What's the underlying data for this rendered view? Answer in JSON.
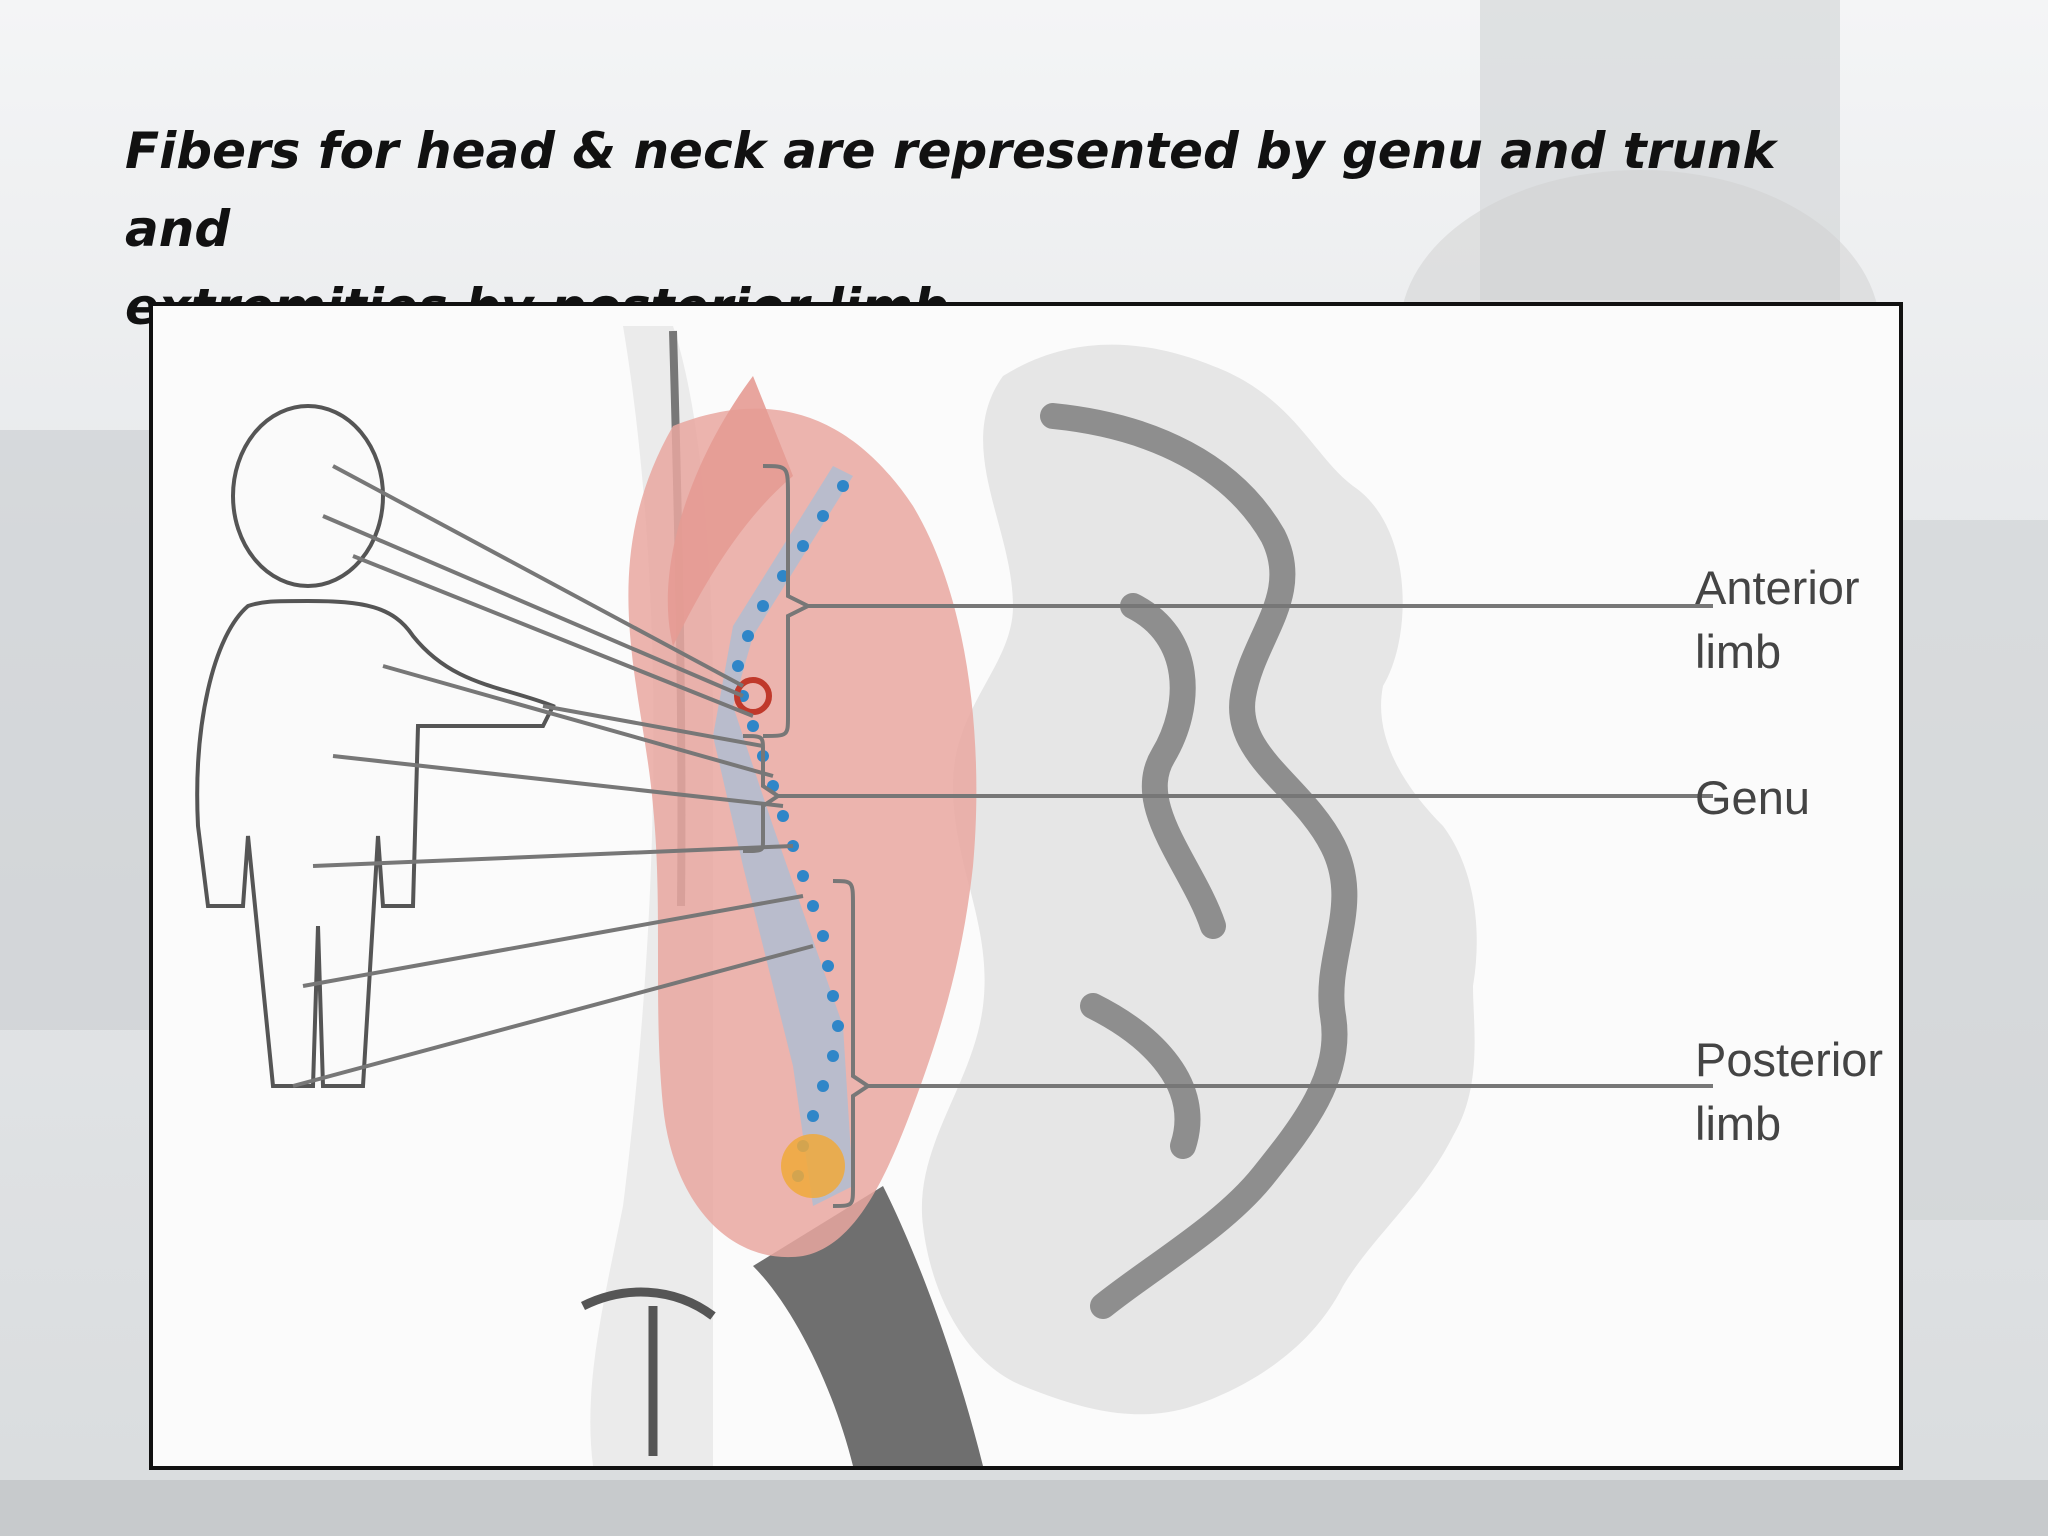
{
  "slide": {
    "title_line1": "Fibers for head & neck are represented by genu and trunk and",
    "title_line2": "extremities by posterior limb"
  },
  "labels": {
    "anterior_limb_line1": "Anterior",
    "anterior_limb_line2": "limb",
    "genu": "Genu",
    "posterior_limb_line1": "Posterior",
    "posterior_limb_line2": "limb"
  },
  "colors": {
    "border": "#111111",
    "basal_ganglia": "#e9a7a0",
    "internal_capsule_dots": "#2f86c8",
    "genu_marker": "#c0392b",
    "sacral_dots": "#f0a93a",
    "cortex_grey": "#8e8e8e"
  }
}
